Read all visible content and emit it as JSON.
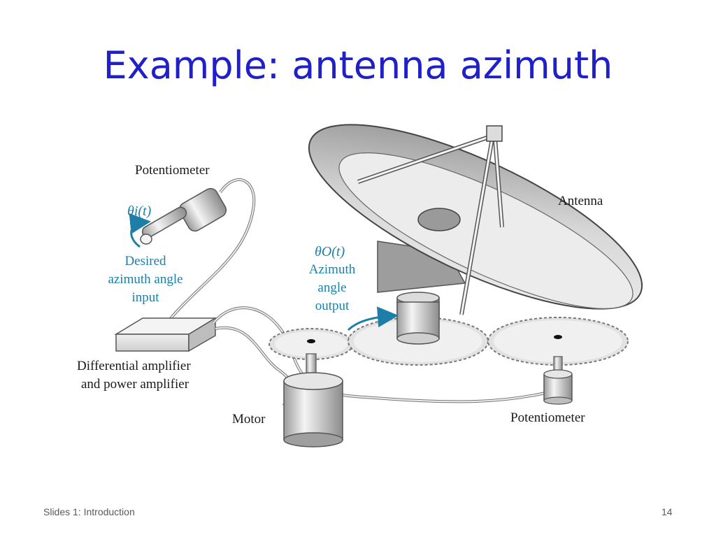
{
  "slide": {
    "title": "Example: antenna azimuth",
    "footer_left": "Slides 1: Introduction",
    "page_number": "14"
  },
  "diagram": {
    "labels": {
      "potentiometer_input": "Potentiometer",
      "theta_i": "θi(t)",
      "desired_line1": "Desired",
      "desired_line2": "azimuth angle",
      "desired_line3": "input",
      "theta_o": "θO(t)",
      "azimuth_line1": "Azimuth",
      "azimuth_line2": "angle",
      "azimuth_line3": "output",
      "antenna": "Antenna",
      "amplifier_line1": "Differential amplifier",
      "amplifier_line2": "and power amplifier",
      "motor": "Motor",
      "potentiometer_output": "Potentiometer"
    }
  },
  "colors": {
    "title": "#2020c8",
    "annotation": "#1d7fa8",
    "arrow": "#1d7fa8"
  }
}
